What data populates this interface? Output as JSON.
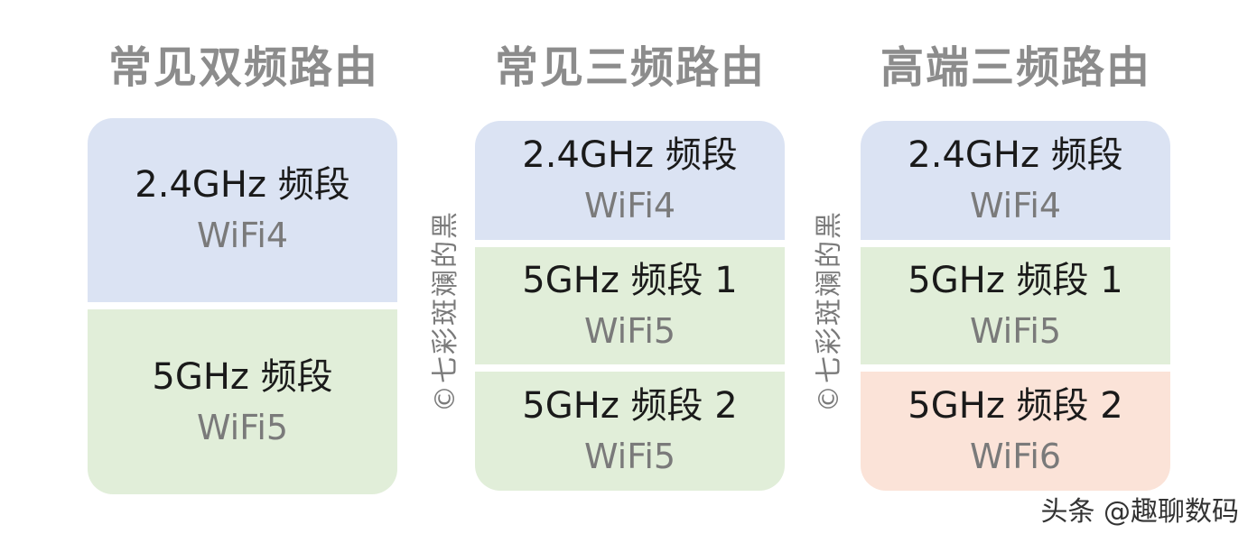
{
  "colors": {
    "band_24": "#dbe3f3",
    "band_5": "#e1eed9",
    "band_wifi6": "#fbe3d8",
    "title": "#8c8c8c"
  },
  "columns": [
    {
      "title": "常见双频路由",
      "bands": [
        {
          "name": "2.4GHz 频段",
          "standard": "WiFi4"
        },
        {
          "name": "5GHz 频段",
          "standard": "WiFi5"
        }
      ]
    },
    {
      "title": "常见三频路由",
      "bands": [
        {
          "name": "2.4GHz 频段",
          "standard": "WiFi4"
        },
        {
          "name": "5GHz 频段 1",
          "standard": "WiFi5"
        },
        {
          "name": "5GHz 频段 2",
          "standard": "WiFi5"
        }
      ]
    },
    {
      "title": "高端三频路由",
      "bands": [
        {
          "name": "2.4GHz 频段",
          "standard": "WiFi4"
        },
        {
          "name": "5GHz 频段 1",
          "standard": "WiFi5"
        },
        {
          "name": "5GHz 频段 2",
          "standard": "WiFi6"
        }
      ]
    }
  ],
  "watermarks": [
    "©七彩斑斓的黑",
    "©七彩斑斓的黑"
  ],
  "source": "头条 @趣聊数码"
}
